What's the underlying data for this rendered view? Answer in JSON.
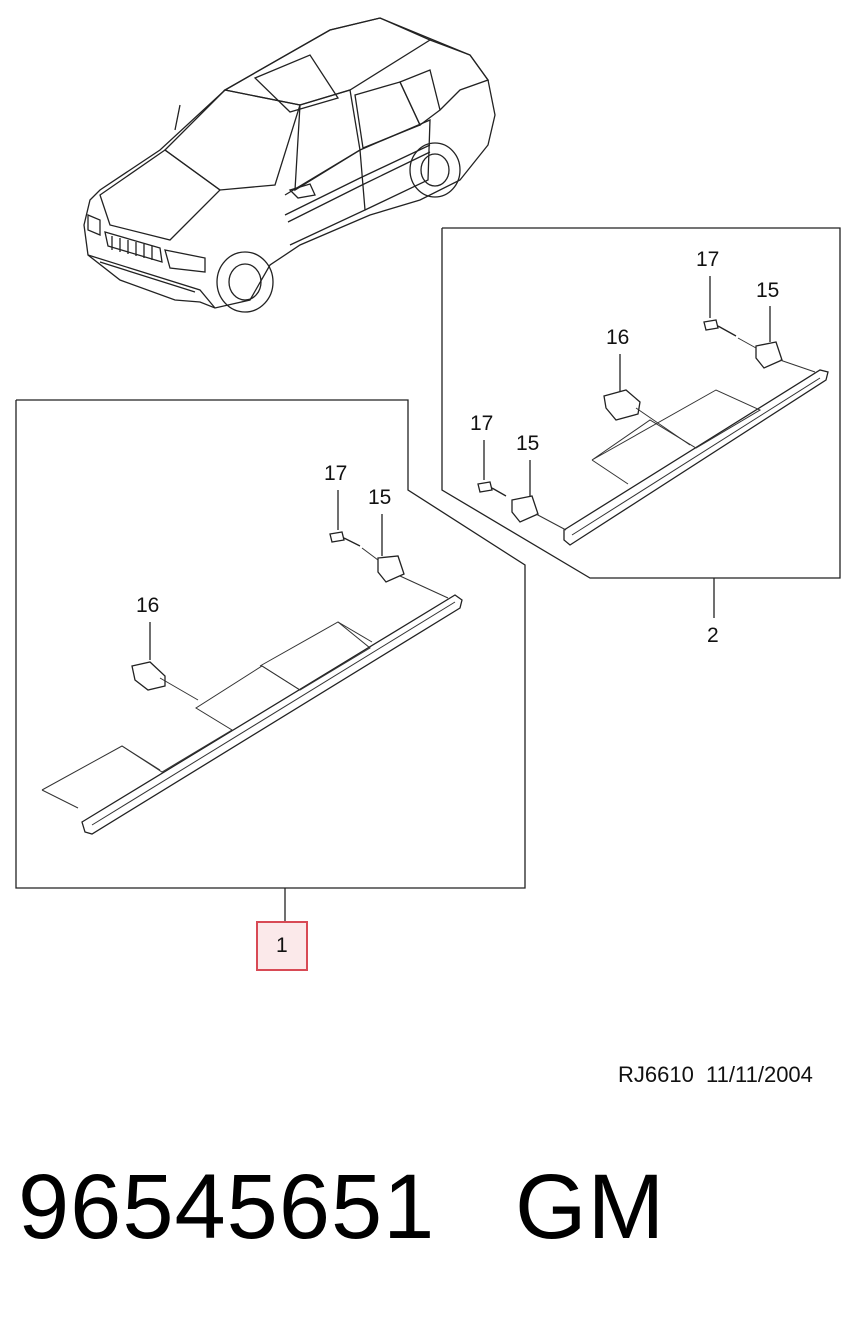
{
  "diagram": {
    "callouts": {
      "left_17": "17",
      "left_15": "15",
      "left_16": "16",
      "right_17_top": "17",
      "right_15_top": "15",
      "right_16": "16",
      "right_17_bottom": "17",
      "right_15_bottom": "15",
      "group_1": "1",
      "group_2": "2"
    },
    "highlight_color": "#d84a55"
  },
  "footer": {
    "reference": "RJ6610  11/11/2004",
    "part_number": "96545651",
    "brand": "GM"
  }
}
